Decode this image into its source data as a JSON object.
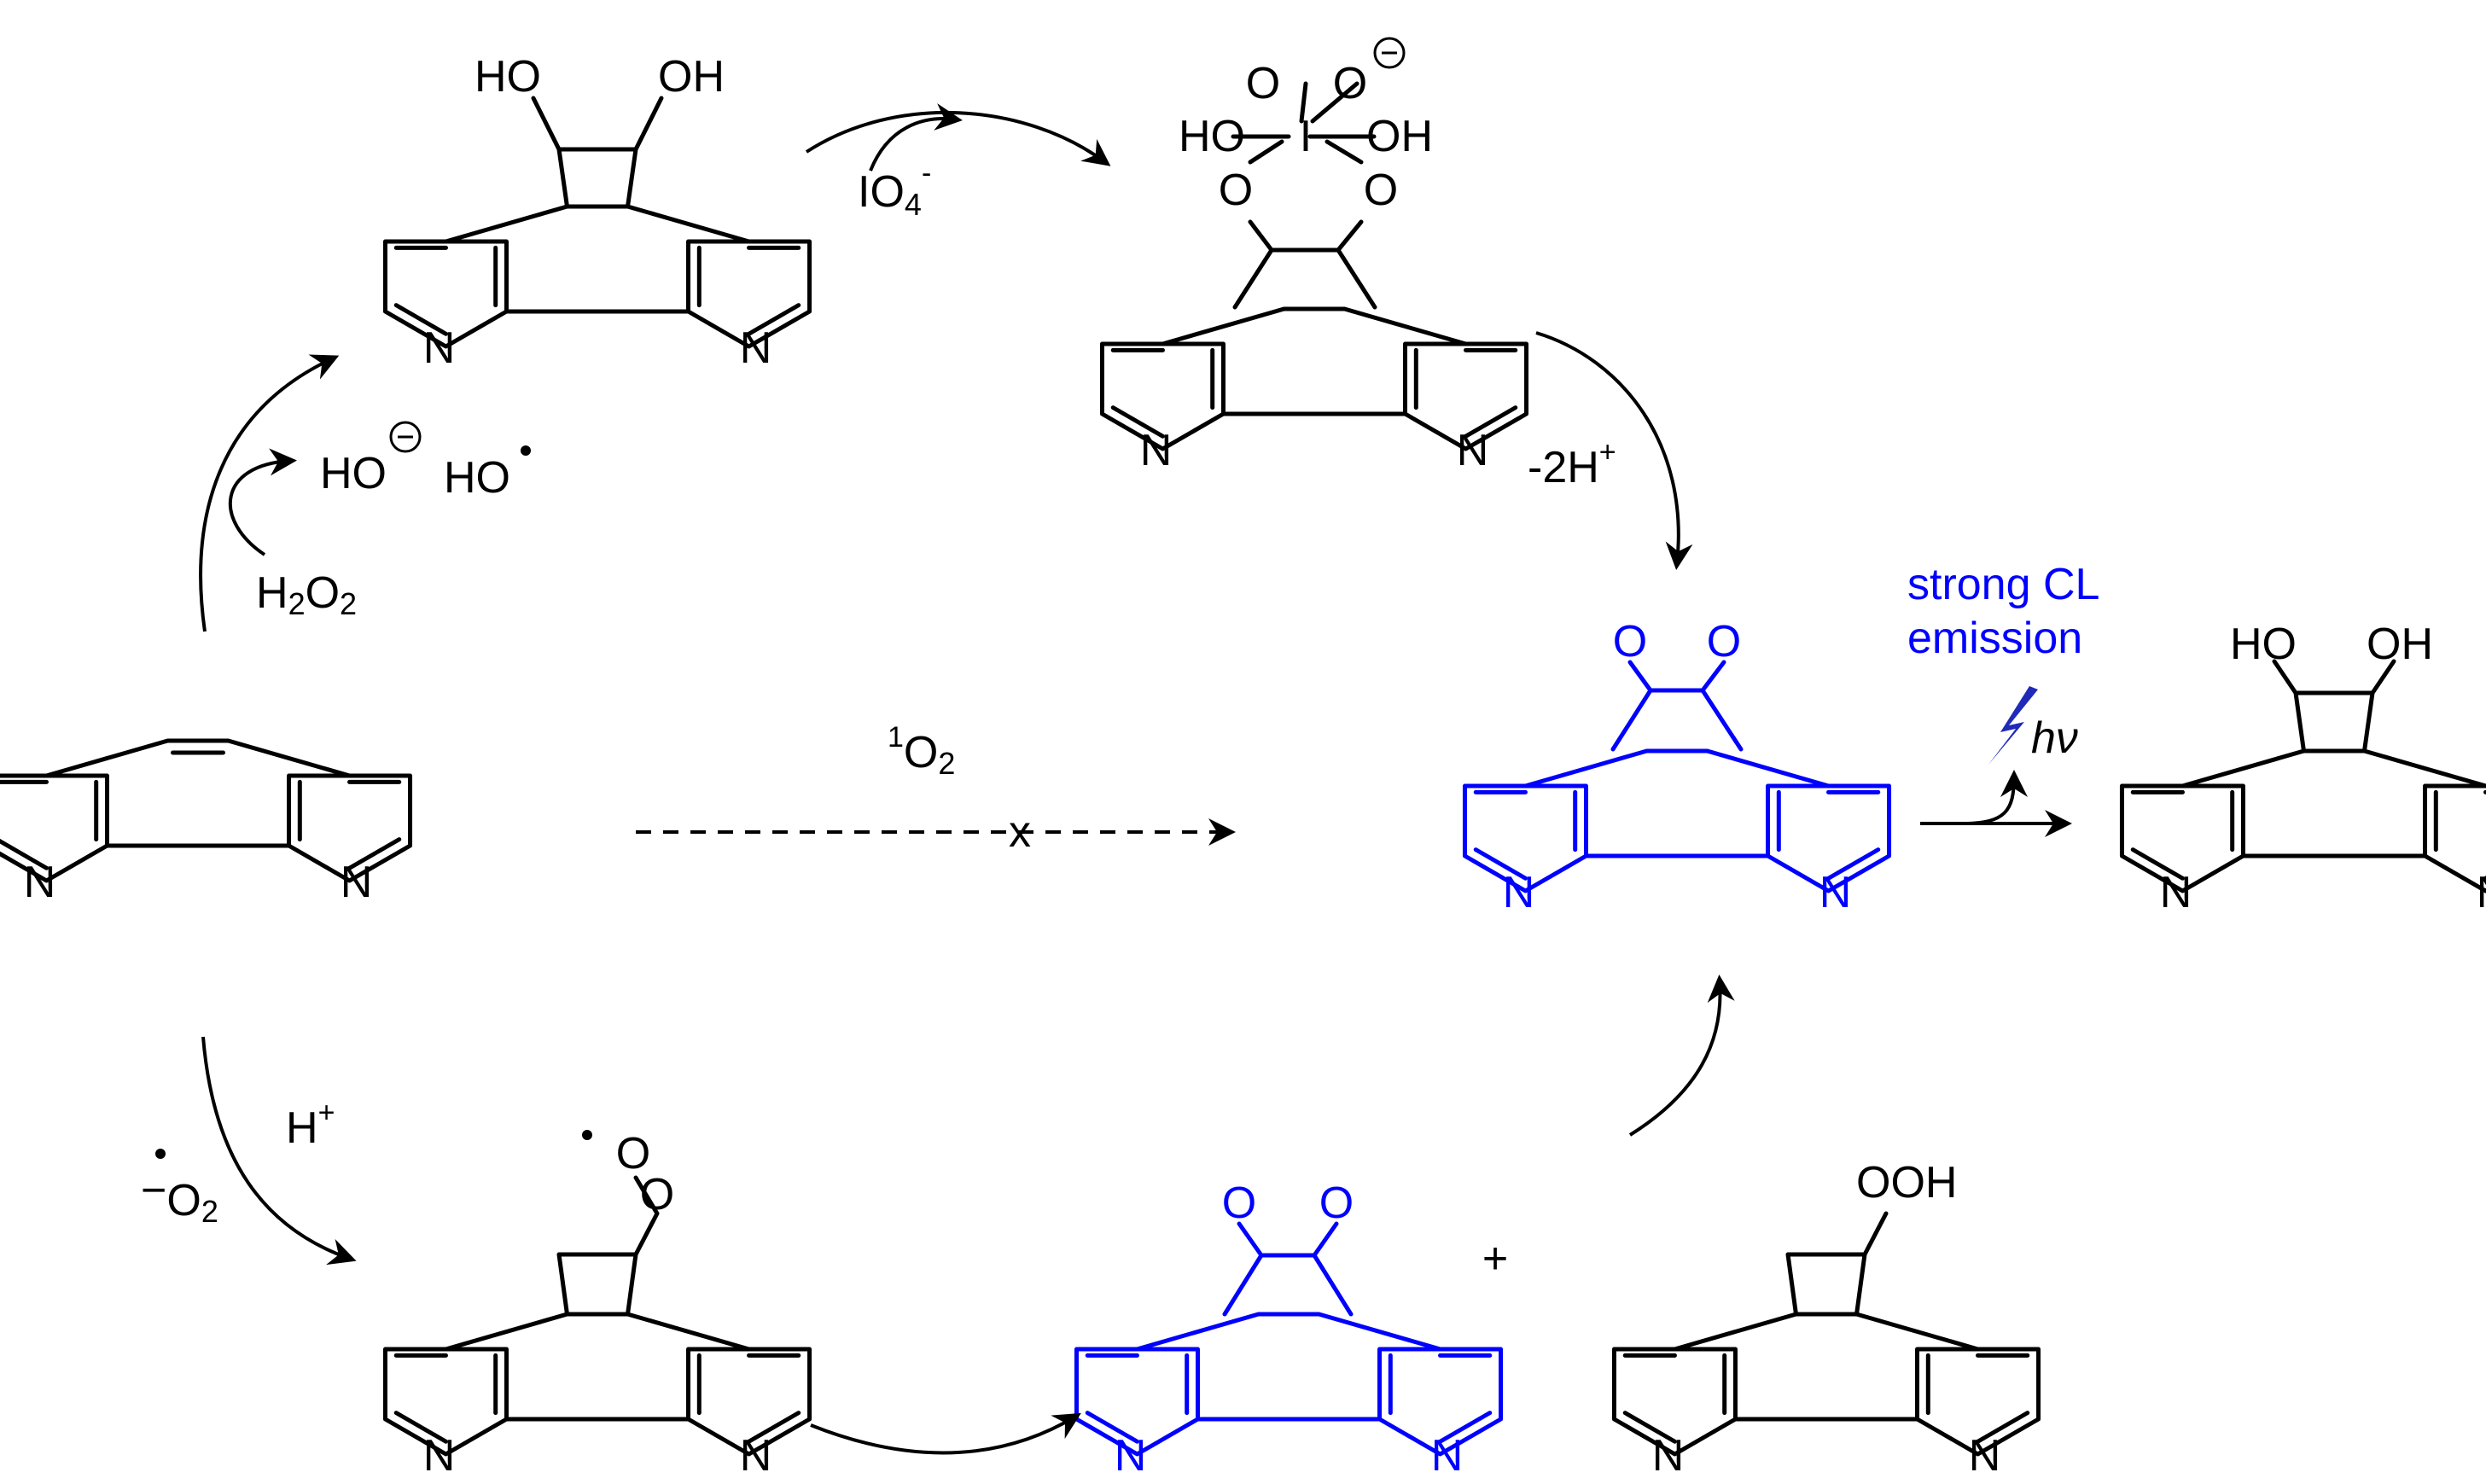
{
  "colors": {
    "black": "#000000",
    "highlight": "#0000ff"
  },
  "atoms": {
    "N": "N",
    "O": "O",
    "I": "I",
    "H": "H",
    "OH": "OH",
    "HO": "HO",
    "OOH": "OOH"
  },
  "reagents": {
    "h2o2_H": "H",
    "h2o2_2a": "2",
    "h2o2_O": "O",
    "h2o2_2b": "2",
    "hydroxide": "HO",
    "hydroxyl_radical": "HO",
    "periodate_main": "IO",
    "periodate_sub": "4",
    "periodate_charge": "-",
    "minus_2h_main": "-2H",
    "minus_2h_charge": "+",
    "singlet_o2_sup": "1",
    "singlet_o2_main": "O",
    "singlet_o2_sub": "2",
    "blocked_mark": "x",
    "superoxide_minus": "−",
    "superoxide_main": "O",
    "superoxide_sub": "2",
    "proton_main": "H",
    "proton_charge": "+",
    "plus": "+",
    "hv": "hν"
  },
  "emission_label": [
    "strong CL",
    "emission"
  ]
}
